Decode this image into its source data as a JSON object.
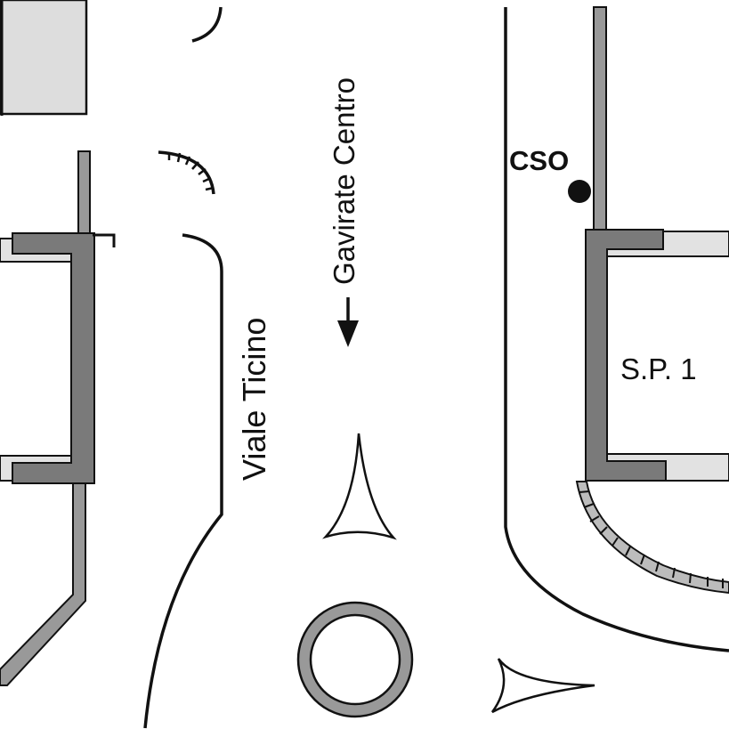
{
  "labels": {
    "road": "Viale Ticino",
    "direction": "Gavirate Centro",
    "road_sp": "S.P. 1",
    "point": "CSO"
  },
  "colors": {
    "background": "#ffffff",
    "line": "#111111",
    "wall_dark": "#7a7a7a",
    "wall_light": "#dddddd",
    "manhole": "#999999"
  },
  "icons": {
    "direction_arrow": "arrow-down-icon",
    "point_marker": "filled-circle-icon"
  }
}
